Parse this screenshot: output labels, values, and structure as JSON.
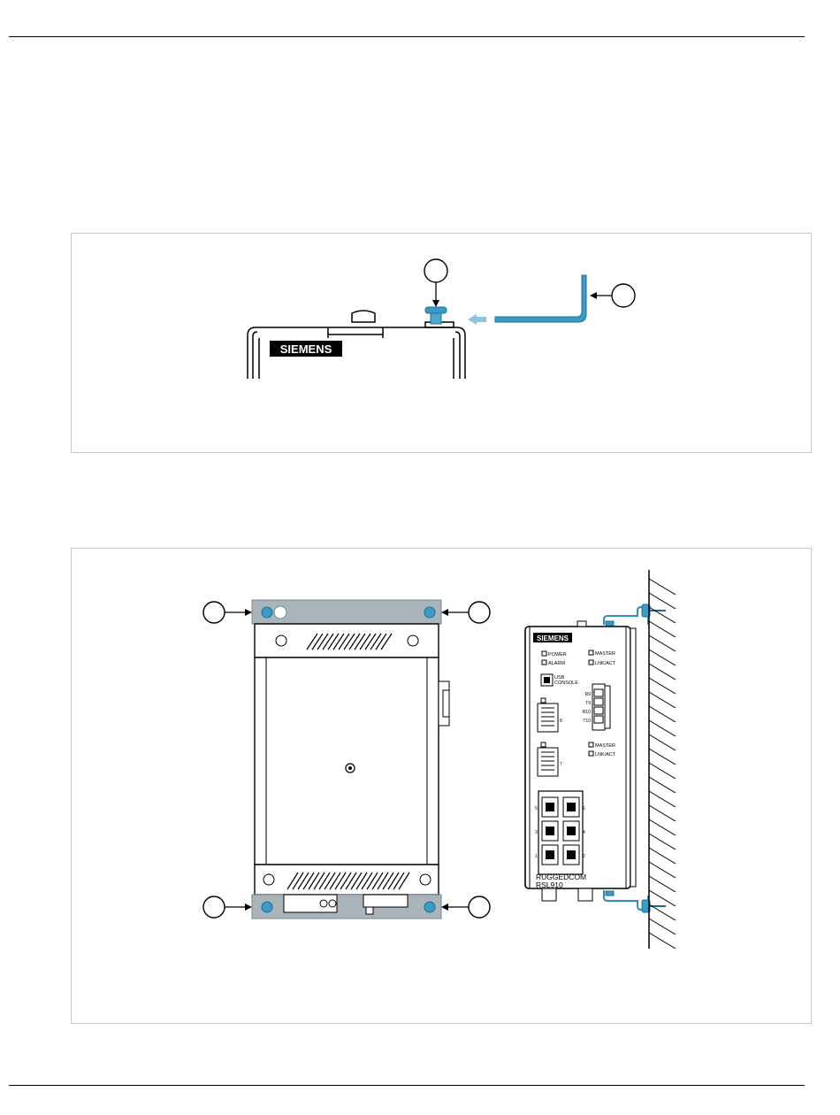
{
  "figure1": {
    "brand": "SIEMENS"
  },
  "figure2": {
    "front_panel": {
      "brand": "SIEMENS",
      "led_power": "POWER",
      "led_alarm": "ALARM",
      "usb_label": "USB",
      "console_label": "CONSOLE",
      "master_top": "MASTER",
      "linkact_top": "LNK/ACT",
      "master_bottom": "MASTER",
      "linkact_bottom": "LNK/ACT",
      "terminal_labels": [
        "R9",
        "T9",
        "R10",
        "T10"
      ],
      "port_numbers": [
        "5",
        "6",
        "3",
        "4",
        "1",
        "2"
      ],
      "fiber_numbers": [
        "8",
        "7"
      ],
      "model_line1": "RUGGEDCOM",
      "model_line2": "RSL910"
    }
  },
  "colors": {
    "accent_blue": "#2f8fb8",
    "arrow_light_blue": "#8cc4dd",
    "plate_gray": "#a9b4bb"
  }
}
